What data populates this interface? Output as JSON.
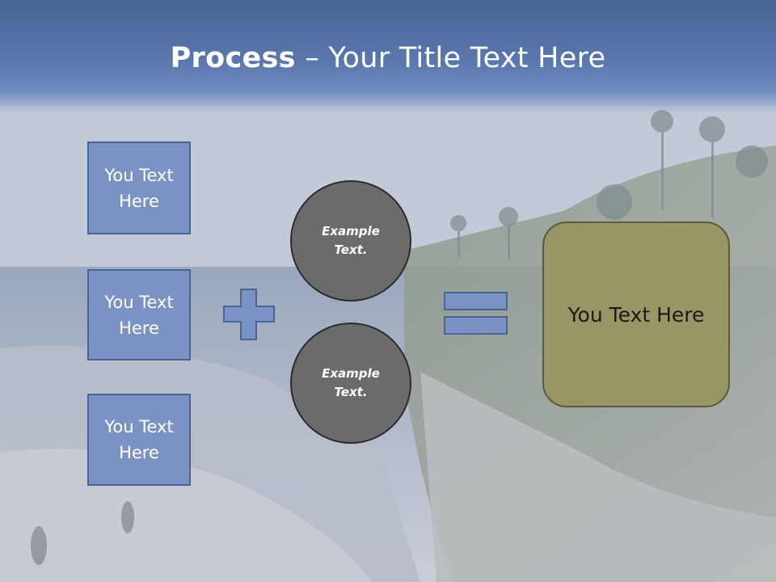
{
  "title": {
    "bold": "Process",
    "rest": " – Your Title Text Here"
  },
  "left_boxes": [
    {
      "label": "You Text Here"
    },
    {
      "label": "You Text Here"
    },
    {
      "label": "You Text Here"
    }
  ],
  "circles": [
    {
      "label": "Example Text."
    },
    {
      "label": "Example Text."
    }
  ],
  "result": {
    "label": "You Text Here"
  },
  "operators": {
    "plus": "plus-icon",
    "equals": "equals-icon"
  },
  "colors": {
    "title_band": "#5a78ad",
    "box_fill": "#7b93c4",
    "box_border": "#4a6495",
    "circle_fill": "#6b6b6b",
    "result_fill": "#979664"
  }
}
